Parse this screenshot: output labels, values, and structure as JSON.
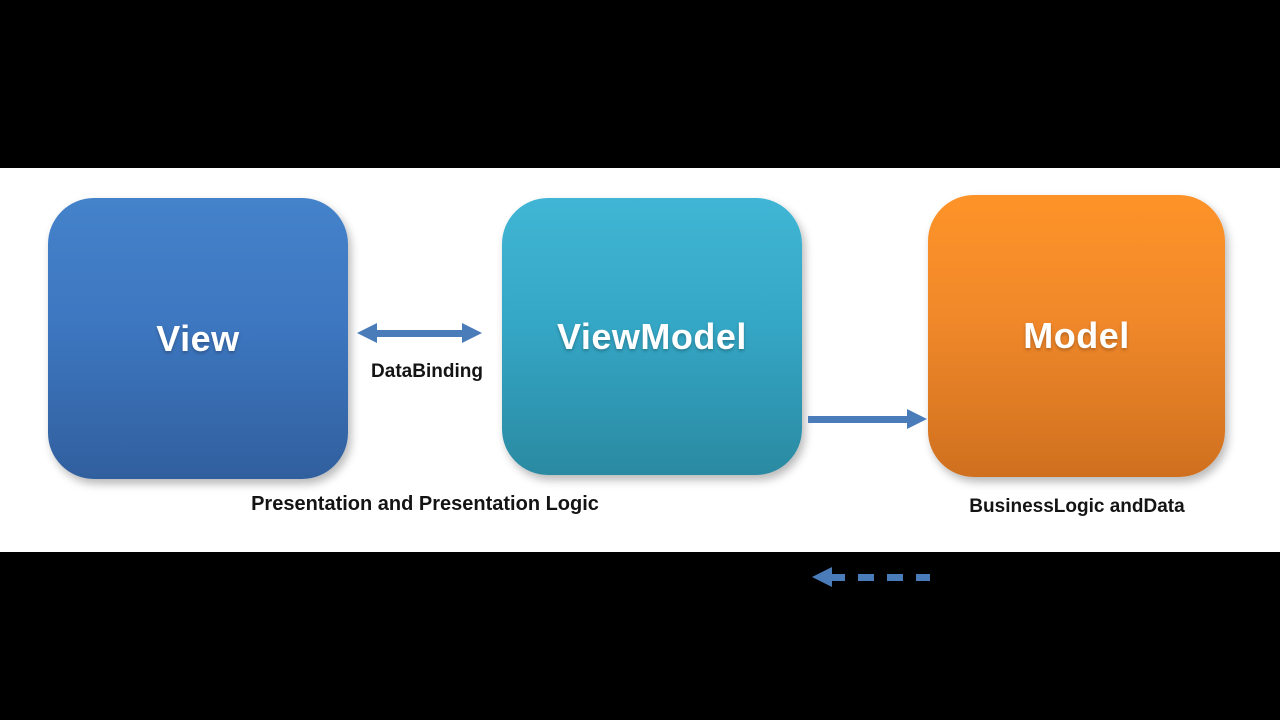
{
  "diagram": {
    "kind": "mvvm-architecture",
    "nodes": [
      {
        "id": "view",
        "label": "View",
        "caption": "Presentation and Presentation Logic",
        "fill_top": "#4482ca",
        "fill_bottom": "#315f9e"
      },
      {
        "id": "viewmodel",
        "label": "ViewModel",
        "fill_top": "#41b5d5",
        "fill_bottom": "#2a8aa2"
      },
      {
        "id": "model",
        "label": "Model",
        "caption": "BusinessLogic andData",
        "fill_top": "#fd9328",
        "fill_bottom": "#cf701f"
      }
    ],
    "edges": [
      {
        "from": "view",
        "to": "viewmodel",
        "style": "double-headed-solid",
        "label": "DataBinding"
      },
      {
        "from": "viewmodel",
        "to": "model",
        "style": "solid",
        "direction": "right"
      },
      {
        "from": "model",
        "to": "viewmodel",
        "style": "dashed",
        "direction": "left"
      }
    ],
    "colors": {
      "letterbox": "#000000",
      "canvas": "#ffffff",
      "arrow": "#4a7cba",
      "node_text": "#ffffff",
      "caption_text": "#141414"
    }
  }
}
